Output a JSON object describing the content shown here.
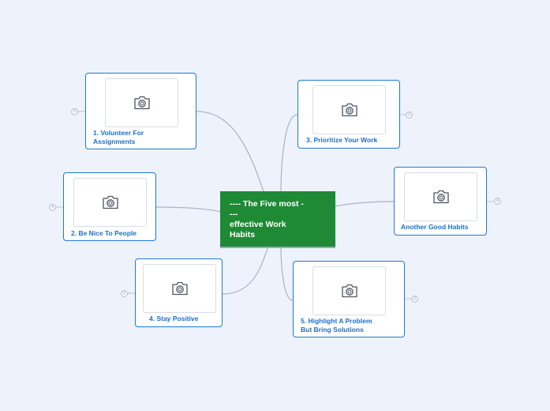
{
  "central_topic": {
    "lines": [
      "---- The Five most -",
      "---",
      "effective Work",
      "Habits"
    ]
  },
  "topics": [
    {
      "id": "volunteer",
      "lines": [
        "1. Volunteer For",
        "Assignments"
      ],
      "collapsed_count": "2"
    },
    {
      "id": "be-nice",
      "lines": [
        "2. Be Nice To People"
      ],
      "collapsed_count": "4"
    },
    {
      "id": "stay-positive",
      "lines": [
        "4. Stay Positive"
      ],
      "collapsed_count": "2"
    },
    {
      "id": "prioritize",
      "lines": [
        "3. Prioritize Your Work"
      ],
      "collapsed_count": "2"
    },
    {
      "id": "another",
      "lines": [
        "Another Good Habits"
      ],
      "collapsed_count": "4"
    },
    {
      "id": "highlight",
      "lines": [
        "5. Highlight A Problem",
        "But Bring Solutions"
      ],
      "collapsed_count": "2"
    }
  ],
  "image_placeholder_icon": "camera-icon",
  "colors": {
    "central_fill": "#1e8a35",
    "topic_border": "#1f79d4",
    "topic_text": "#1f6fc6",
    "connector": "#a9b4c4",
    "background": "#eef2fb"
  }
}
